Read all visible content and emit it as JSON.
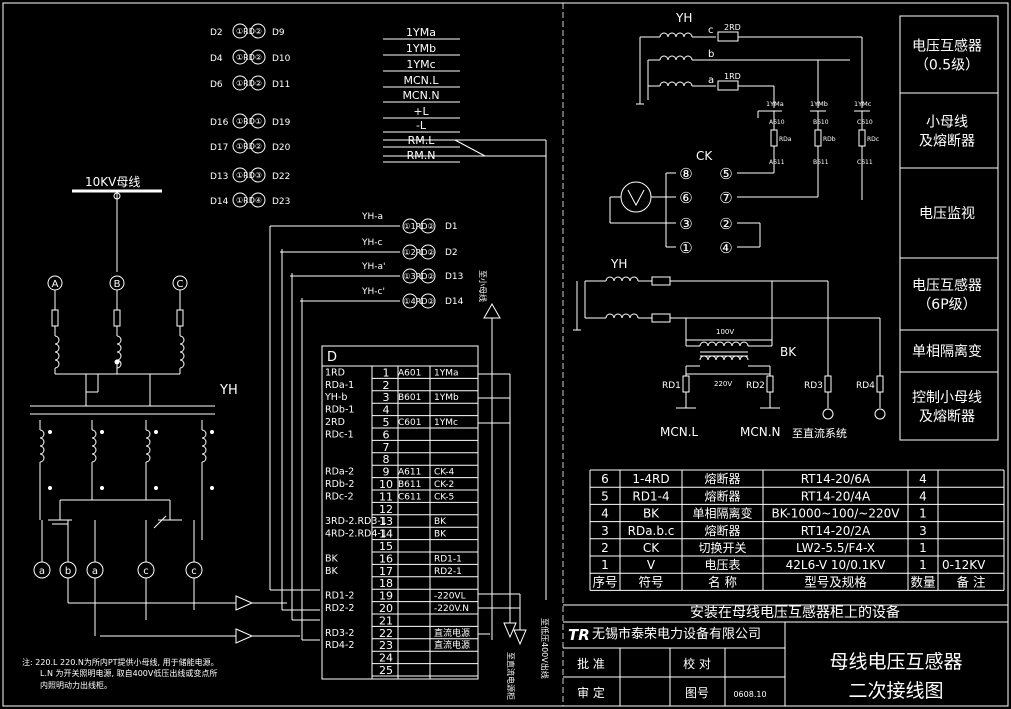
{
  "busbar": {
    "label": "10KV母线"
  },
  "phases": [
    "A",
    "B",
    "C"
  ],
  "yh_label": "YH",
  "yh_label_top": "YH",
  "ck_label": "CK",
  "bk_label": "BK",
  "rd_top": {
    "rd2": "2RD",
    "rd1": "1RD",
    "a": "a",
    "b": "b",
    "c": "c"
  },
  "rd_rows": [
    {
      "left": "D2",
      "fuse": "①RD②",
      "right": "D9"
    },
    {
      "left": "D4",
      "fuse": "①RD②",
      "right": "D10"
    },
    {
      "left": "D6",
      "fuse": "①RD②",
      "right": "D11"
    },
    {
      "left": "D16",
      "fuse": "①RD①",
      "right": "D19"
    },
    {
      "left": "D17",
      "fuse": "①RD②",
      "right": "D20"
    },
    {
      "left": "D13",
      "fuse": "①RD③",
      "right": "D22"
    },
    {
      "left": "D14",
      "fuse": "①RD④",
      "right": "D23"
    }
  ],
  "buses": [
    "1YMa",
    "1YMb",
    "1YMc",
    "MCN.L",
    "MCN.N",
    "+L",
    "-L",
    "RM.L",
    "RM.N"
  ],
  "yh_taps": [
    {
      "label": "YH-a",
      "fuse": "①1RD②",
      "d": "D1"
    },
    {
      "label": "YH-c",
      "fuse": "①2RD②",
      "d": "D2"
    },
    {
      "label": "YH-a'",
      "fuse": "①3RD②",
      "d": "D13"
    },
    {
      "label": "YH-c'",
      "fuse": "①4RD②",
      "d": "D14"
    }
  ],
  "terminal": {
    "title": "D",
    "rows": [
      {
        "l": "1RD",
        "n": "1",
        "c": "A601",
        "r": "1YMa"
      },
      {
        "l": "RDa-1",
        "n": "2",
        "c": "",
        "r": ""
      },
      {
        "l": "YH-b",
        "n": "3",
        "c": "B601",
        "r": "1YMb"
      },
      {
        "l": "RDb-1",
        "n": "4",
        "c": "",
        "r": ""
      },
      {
        "l": "2RD",
        "n": "5",
        "c": "C601",
        "r": "1YMc"
      },
      {
        "l": "RDc-1",
        "n": "6",
        "c": "",
        "r": ""
      },
      {
        "l": "",
        "n": "7",
        "c": "",
        "r": ""
      },
      {
        "l": "",
        "n": "8",
        "c": "",
        "r": ""
      },
      {
        "l": "RDa-2",
        "n": "9",
        "c": "A611",
        "r": "CK-4"
      },
      {
        "l": "RDb-2",
        "n": "10",
        "c": "B611",
        "r": "CK-2"
      },
      {
        "l": "RDc-2",
        "n": "11",
        "c": "C611",
        "r": "CK-5"
      },
      {
        "l": "",
        "n": "12",
        "c": "",
        "r": ""
      },
      {
        "l": "3RD-2.RD3-1",
        "n": "13",
        "c": "",
        "r": "BK"
      },
      {
        "l": "4RD-2.RD4-1",
        "n": "14",
        "c": "",
        "r": "BK"
      },
      {
        "l": "",
        "n": "15",
        "c": "",
        "r": ""
      },
      {
        "l": "BK",
        "n": "16",
        "c": "",
        "r": "RD1-1"
      },
      {
        "l": "BK",
        "n": "17",
        "c": "",
        "r": "RD2-1"
      },
      {
        "l": "",
        "n": "18",
        "c": "",
        "r": ""
      },
      {
        "l": "RD1-2",
        "n": "19",
        "c": "",
        "r": "-220VL"
      },
      {
        "l": "RD2-2",
        "n": "20",
        "c": "",
        "r": "-220V.N"
      },
      {
        "l": "",
        "n": "21",
        "c": "",
        "r": ""
      },
      {
        "l": "RD3-2",
        "n": "22",
        "c": "",
        "r": "直流电源"
      },
      {
        "l": "RD4-2",
        "n": "23",
        "c": "",
        "r": "直流电源"
      },
      {
        "l": "",
        "n": "24",
        "c": "",
        "r": ""
      },
      {
        "l": "",
        "n": "25",
        "c": "",
        "r": ""
      }
    ]
  },
  "vertical_labels": {
    "to_small_bus": "至小母线",
    "to_dc_panel": "至直流电源柜",
    "to_400v": "至低压400V出线"
  },
  "meter_letters": [
    "a",
    "b",
    "a",
    "c",
    "c"
  ],
  "note": {
    "line1": "注: 220.L  220.N为所内PT提供小母线, 用于储能电源。",
    "line2": "L.N  为开关照明电源, 取自400V低压出线或变点所",
    "line3": "内照明动力出线柜。"
  },
  "ck_positions": [
    "⑧",
    "⑤",
    "⑥",
    "⑦",
    "③",
    "②",
    "①",
    "④"
  ],
  "fuse_small": {
    "labels": [
      "1YMa",
      "1YMb",
      "1YMc"
    ],
    "top": [
      "A610",
      "B610",
      "C610"
    ],
    "rd": [
      "RDa",
      "RDb",
      "RDc"
    ],
    "bottom": [
      "A611",
      "B611",
      "C611"
    ]
  },
  "bk_volts": {
    "high": "100V",
    "low": "220V"
  },
  "bottom_rd": [
    "RD1",
    "RD2",
    "RD3",
    "RD4"
  ],
  "bottom_outputs": {
    "mcnl": "MCN.L",
    "mcnn": "MCN.N",
    "dc": "至直流系统"
  },
  "right_labels": [
    {
      "l1": "电压互感器",
      "l2": "（0.5级）"
    },
    {
      "l1": "小母线",
      "l2": "及熔断器"
    },
    {
      "l1": "电压监视",
      "l2": ""
    },
    {
      "l1": "电压互感器",
      "l2": "（6P级）"
    },
    {
      "l1": "单相隔离变",
      "l2": ""
    },
    {
      "l1": "控制小母线",
      "l2": "及熔断器"
    }
  ],
  "parts_table": {
    "rows": [
      {
        "no": "6",
        "sym": "1-4RD",
        "name": "熔断器",
        "model": "RT14-20/6A",
        "qty": "4",
        "note": ""
      },
      {
        "no": "5",
        "sym": "RD1-4",
        "name": "熔断器",
        "model": "RT14-20/4A",
        "qty": "4",
        "note": ""
      },
      {
        "no": "4",
        "sym": "BK",
        "name": "单相隔离变",
        "model": "BK-1000~100/~220V",
        "qty": "1",
        "note": ""
      },
      {
        "no": "3",
        "sym": "RDa.b.c",
        "name": "熔断器",
        "model": "RT14-20/2A",
        "qty": "3",
        "note": ""
      },
      {
        "no": "2",
        "sym": "CK",
        "name": "切换开关",
        "model": "LW2-5.5/F4-X",
        "qty": "1",
        "note": ""
      },
      {
        "no": "1",
        "sym": "V",
        "name": "电压表",
        "model": "42L6-V  10/0.1KV",
        "qty": "1",
        "note": "0-12KV"
      }
    ],
    "header": {
      "no": "序号",
      "sym": "符号",
      "name": "名  称",
      "model": "型号及规格",
      "qty": "数量",
      "note": "备  注"
    },
    "caption": "安装在母线电压互感器柜上的设备"
  },
  "title_block": {
    "logo": "TR",
    "company": "无锡市泰荣电力设备有限公司",
    "approve": "批  准",
    "check": "校  对",
    "review": "审  定",
    "drawing_no_label": "图号",
    "drawing_no": "0608.10",
    "title1": "母线电压互感器",
    "title2": "二次接线图"
  }
}
